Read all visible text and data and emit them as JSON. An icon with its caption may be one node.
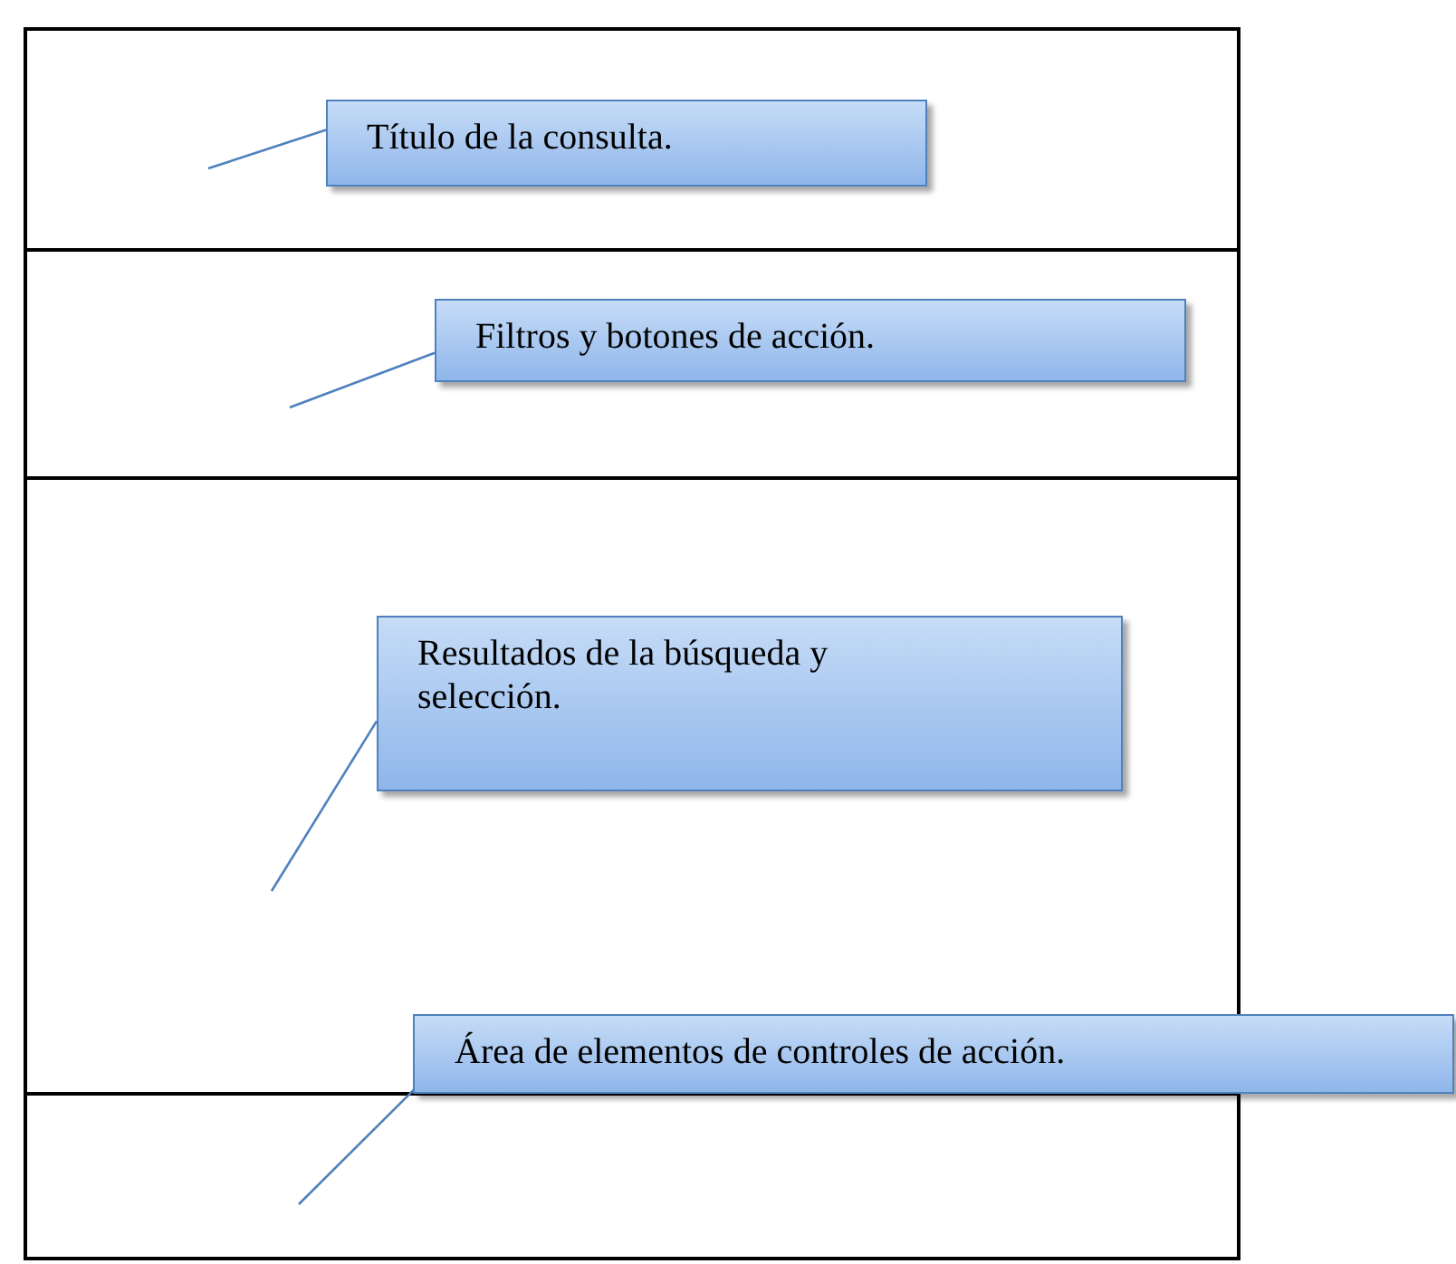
{
  "diagram": {
    "nodes": [
      {
        "text": [],
        "shape": "box"
      },
      {
        "text": [
          "Título de la consulta."
        ],
        "in": 0
      },
      {
        "text": [],
        "shape": "box"
      },
      {
        "text": [
          "Filtros y botones de acción."
        ],
        "in": 2
      },
      {
        "text": [],
        "shape": "box"
      },
      {
        "text": [
          "Resultados de la búsqueda y selección."
        ],
        "in": 4
      },
      {
        "text": [
          "Área de elementos de controles de acción."
        ]
      },
      {
        "text": [],
        "shape": "box"
      }
    ],
    "edges": [
      {
        "from": 1,
        "to": 0,
        "arrow": "none"
      },
      {
        "from": 3,
        "to": 2,
        "arrow": "none"
      },
      {
        "from": 5,
        "to": 4,
        "arrow": "none"
      },
      {
        "from": 6,
        "to": 7,
        "arrow": "none"
      }
    ]
  }
}
